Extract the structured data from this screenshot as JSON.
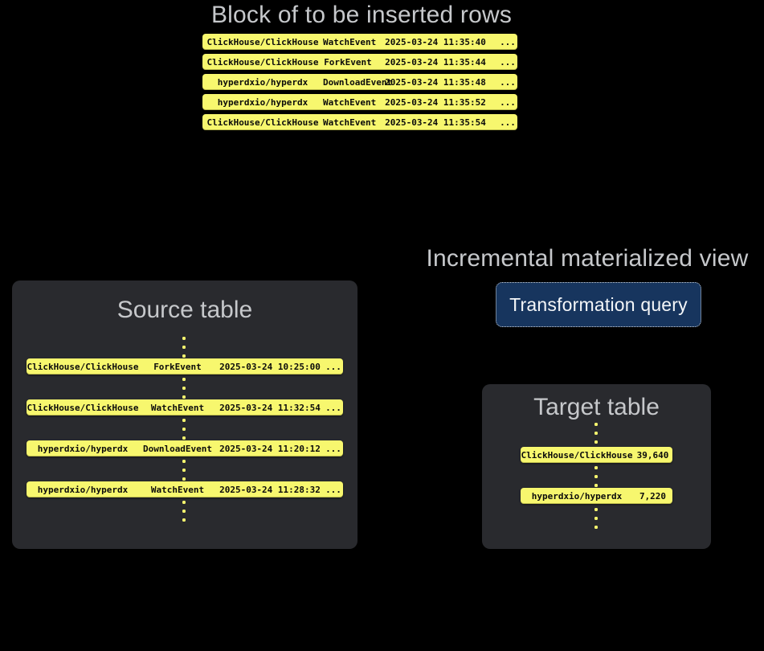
{
  "top_block": {
    "title": "Block of to be inserted rows",
    "rows": [
      {
        "repo": "ClickHouse/ClickHouse",
        "event": "WatchEvent",
        "timestamp": "2025-03-24 11:35:40",
        "more": "..."
      },
      {
        "repo": "ClickHouse/ClickHouse",
        "event": "ForkEvent",
        "timestamp": "2025-03-24 11:35:44",
        "more": "..."
      },
      {
        "repo": "hyperdxio/hyperdx",
        "event": "DownloadEvent",
        "timestamp": "2025-03-24 11:35:48",
        "more": "..."
      },
      {
        "repo": "hyperdxio/hyperdx",
        "event": "WatchEvent",
        "timestamp": "2025-03-24 11:35:52",
        "more": "..."
      },
      {
        "repo": "ClickHouse/ClickHouse",
        "event": "WatchEvent",
        "timestamp": "2025-03-24 11:35:54",
        "more": "..."
      }
    ]
  },
  "materialized_view": {
    "title": "Incremental materialized view",
    "button_label": "Transformation query"
  },
  "source_table": {
    "title": "Source table",
    "rows": [
      {
        "repo": "ClickHouse/ClickHouse",
        "event": "ForkEvent",
        "timestamp": "2025-03-24 10:25:00",
        "more": "..."
      },
      {
        "repo": "ClickHouse/ClickHouse",
        "event": "WatchEvent",
        "timestamp": "2025-03-24 11:32:54",
        "more": "..."
      },
      {
        "repo": "hyperdxio/hyperdx",
        "event": "DownloadEvent",
        "timestamp": "2025-03-24 11:20:12",
        "more": "..."
      },
      {
        "repo": "hyperdxio/hyperdx",
        "event": "WatchEvent",
        "timestamp": "2025-03-24 11:28:32",
        "more": "..."
      }
    ]
  },
  "target_table": {
    "title": "Target table",
    "rows": [
      {
        "repo": "ClickHouse/ClickHouse",
        "count": "39,640"
      },
      {
        "repo": "hyperdxio/hyperdx",
        "count": "7,220"
      }
    ]
  },
  "colors": {
    "row_yellow": "#f7f76e",
    "box_background": "#292a2e",
    "title_gray": "#c6c8cb",
    "button_background": "#17355e",
    "page_background": "#000000"
  }
}
